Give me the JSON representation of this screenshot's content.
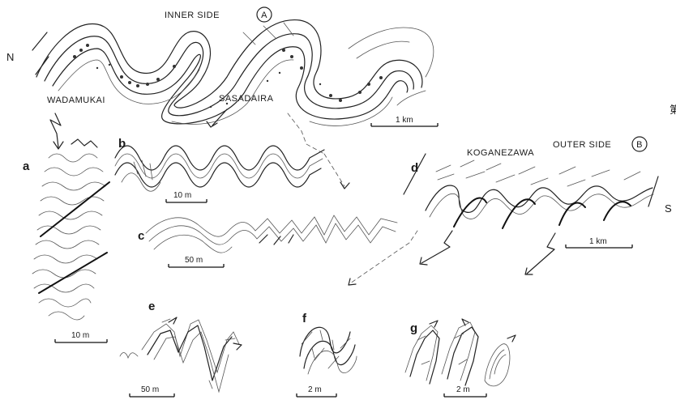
{
  "sections": {
    "inner": {
      "label": "INNER SIDE",
      "marker": "A"
    },
    "outer": {
      "label": "OUTER SIDE",
      "marker": "B"
    }
  },
  "edges": {
    "north": "N",
    "south": "S"
  },
  "localities": {
    "wadamukai": "WADAMUKAI",
    "sasadaira": "SASADAIRA",
    "koganezawa": "KOGANEZAWA"
  },
  "panels": {
    "a": {
      "letter": "a",
      "scale": "10 m"
    },
    "b": {
      "letter": "b",
      "scale": "10 m"
    },
    "c": {
      "letter": "c",
      "scale": "50 m"
    },
    "d": {
      "letter": "d",
      "scale": "1 km"
    },
    "e": {
      "letter": "e",
      "scale": "50 m"
    },
    "f": {
      "letter": "f",
      "scale": "2 m"
    },
    "g": {
      "letter": "g",
      "scale": "2 m"
    }
  },
  "map_scale": "1 km",
  "cut_text": "第"
}
